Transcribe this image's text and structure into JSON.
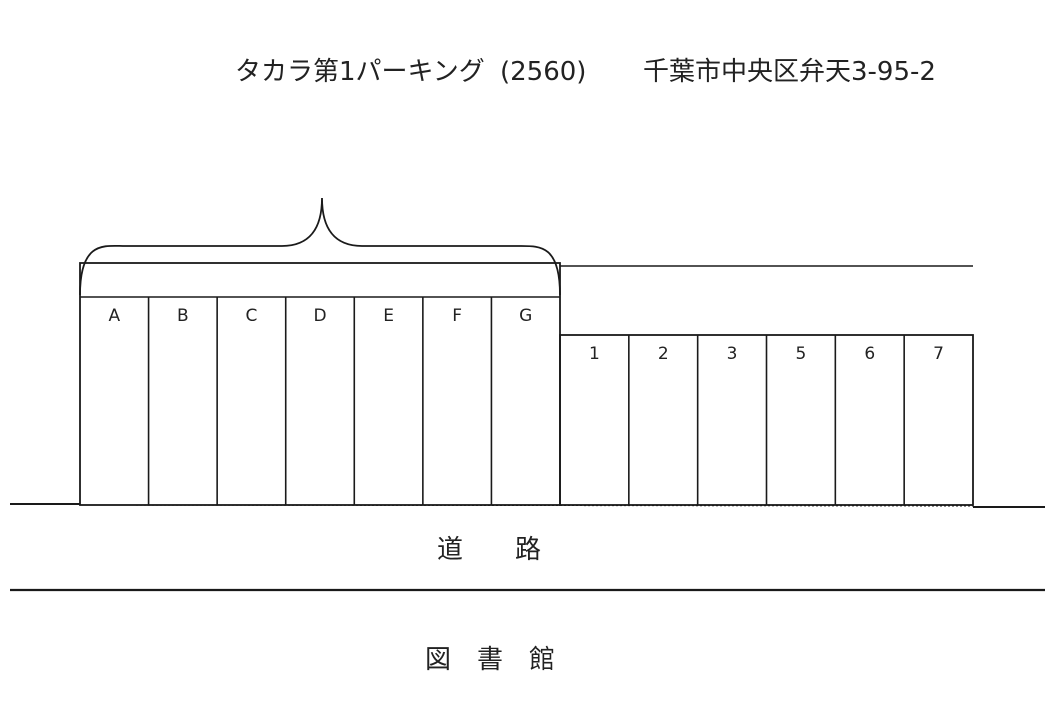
{
  "title": {
    "name": "タカラ第1パーキング",
    "code": "(2560)",
    "address": "千葉市中央区弁天3-95-2"
  },
  "lot_large": {
    "slots": [
      "A",
      "B",
      "C",
      "D",
      "E",
      "F",
      "G"
    ]
  },
  "lot_small": {
    "slots": [
      "1",
      "2",
      "3",
      "5",
      "6",
      "7"
    ]
  },
  "labels": {
    "road": "道　　路",
    "library": "図　書　館"
  }
}
